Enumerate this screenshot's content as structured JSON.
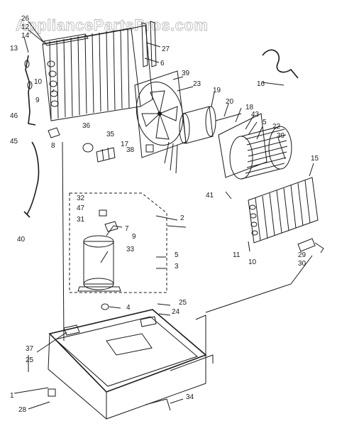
{
  "watermark": "AppliancePartsPros.com",
  "callouts": {
    "p1": "1",
    "p2": "2",
    "p3": "3",
    "p4": "4",
    "p5a": "5",
    "p5b": "5",
    "p6": "6",
    "p7": "7",
    "p8": "8",
    "p9": "9",
    "p10a": "10",
    "p10b": "10",
    "p11": "11",
    "p12": "12",
    "p13": "13",
    "p14": "14",
    "p15": "15",
    "p16": "16",
    "p17": "17",
    "p18": "18",
    "p19": "19",
    "p20": "20",
    "p22": "22",
    "p23": "23",
    "p24": "24",
    "p25a": "25",
    "p25b": "25",
    "p26": "26",
    "p27": "27",
    "p28": "28",
    "p29": "29",
    "p30": "30",
    "p31": "31",
    "p32": "32",
    "p33": "33",
    "p34": "34",
    "p35": "35",
    "p36": "36",
    "p37": "37",
    "p38": "38",
    "p39a": "39",
    "p39b": "39",
    "p40": "40",
    "p41": "41",
    "p43": "43",
    "p45": "45",
    "p46": "46",
    "p47": "47"
  }
}
